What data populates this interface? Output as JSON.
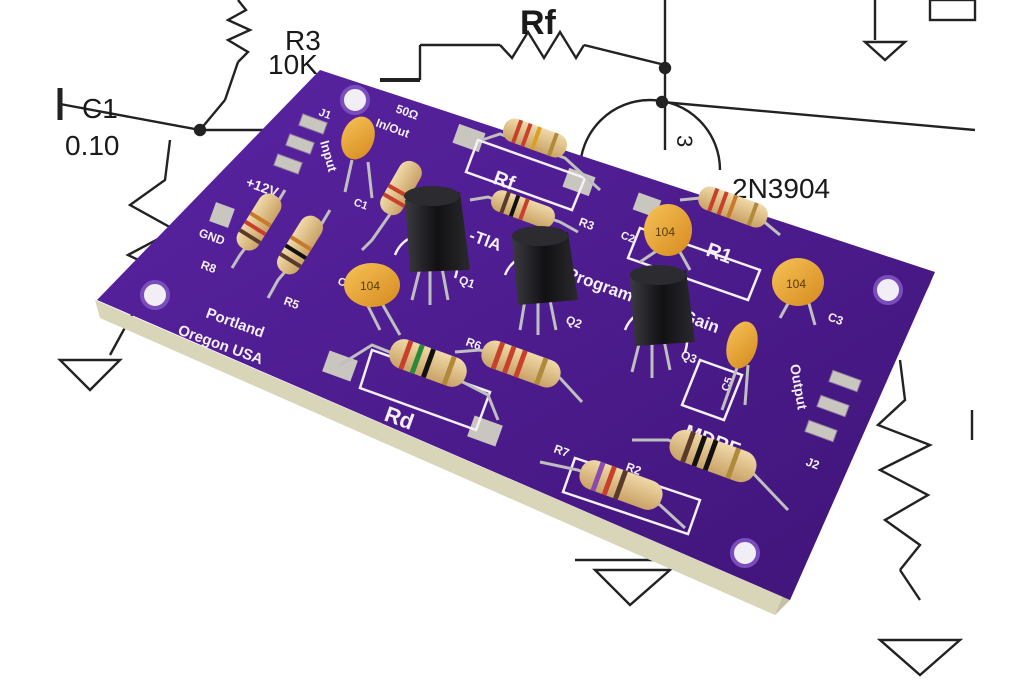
{
  "schematic": {
    "r3_ref": "R3",
    "r3_value": "10K",
    "rf_label": "Rf",
    "c1_ref": "C1",
    "c1_value": "0.10",
    "transistor": "2N3904",
    "pin_number": "3"
  },
  "board": {
    "j1": "J1",
    "port_50": "50Ω",
    "port_inout": "In/Out",
    "input": "Input",
    "plus12v": "+12V",
    "gnd": "GND",
    "r8": "R8",
    "r5": "R5",
    "c1": "C1",
    "rf": "Rf",
    "tia": "-TIA",
    "r3": "R3",
    "c2": "C2",
    "r1": "R1",
    "c3": "C3",
    "q1": "Q1",
    "q2": "Q2",
    "q3": "Q3",
    "c4": "C4",
    "c5": "C5",
    "r6": "R6",
    "rd": "Rd",
    "r7": "R7",
    "r2": "R2",
    "mdrf": "MDRF",
    "output": "Output",
    "j2": "J2",
    "program": "Programmable Gain",
    "city": "Portland",
    "region": "Oregon USA",
    "cap_code": "104"
  },
  "colors": {
    "pcb": "#4d1d8e",
    "silkscreen": "#f4f0f6",
    "capacitor": "#e8a431",
    "resistor_body": "#e2c48e",
    "transistor": "#1b1b1f",
    "pad": "#c9c6c0"
  }
}
